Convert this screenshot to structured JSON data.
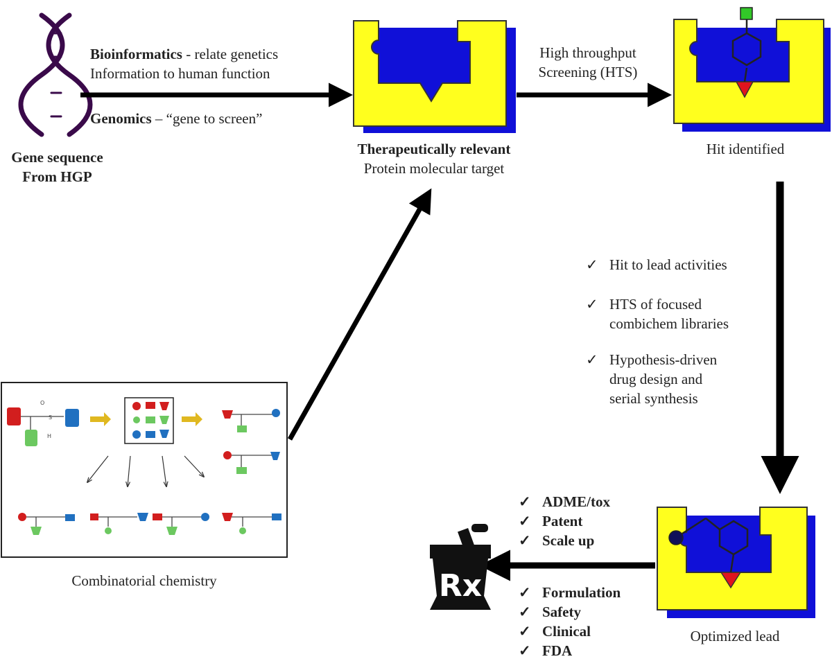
{
  "colors": {
    "target_fill": "#ffff1e",
    "target_shadow": "#1010d8",
    "dna": "#3a0a4a",
    "hit_marker": "#e0141e",
    "arrow": "#000000",
    "accent_green": "#32c828",
    "ring_ball": "#10105a"
  },
  "icons": {
    "dna": "dna-helix-icon",
    "target": "protein-target-icon",
    "rx": "mortar-pestle-rx-icon",
    "check": "check-mark-icon"
  },
  "gene": {
    "title_line1": "Gene sequence",
    "title_line2": "From HGP"
  },
  "bioinformatics": {
    "bold": "Bioinformatics",
    "rest": " - relate genetics",
    "line2": "Information to human function"
  },
  "genomics": {
    "bold": "Genomics",
    "rest": " – “gene to screen”"
  },
  "target": {
    "title": "Therapeutically relevant",
    "subtitle": "Protein molecular target"
  },
  "hts": {
    "line1": "High throughput",
    "line2": "Screening (HTS)"
  },
  "hit": {
    "label": "Hit identified"
  },
  "check_mark": "✓",
  "hit_to_lead": [
    {
      "line1": "Hit to lead activities"
    },
    {
      "line1": "HTS of focused",
      "line2": "combichem libraries"
    },
    {
      "line1": "Hypothesis-driven",
      "line2": "drug design and",
      "line3": "serial synthesis"
    }
  ],
  "lead_checks_top": [
    "ADME/tox",
    "Patent",
    "Scale up"
  ],
  "lead_checks_bottom": [
    "Formulation",
    "Safety",
    "Clinical",
    "FDA"
  ],
  "optimized": {
    "label": "Optimized lead"
  },
  "combi": {
    "label": "Combinatorial chemistry",
    "atom_o": "O",
    "atom_s": "S",
    "atom_h": "H"
  }
}
